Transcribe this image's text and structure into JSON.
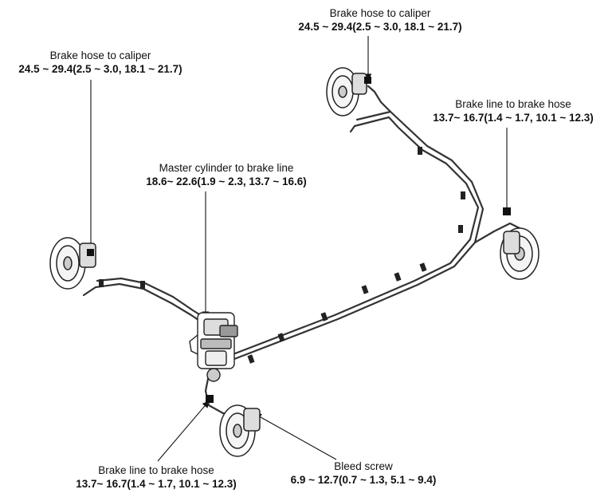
{
  "callouts": {
    "hose_caliper_left": {
      "title": "Brake hose to caliper",
      "value": "24.5 ~ 29.4(2.5 ~ 3.0, 18.1 ~ 21.7)"
    },
    "hose_caliper_top": {
      "title": "Brake hose to caliper",
      "value": "24.5 ~ 29.4(2.5 ~ 3.0, 18.1 ~ 21.7)"
    },
    "line_hose_right": {
      "title": "Brake line to brake hose",
      "value": "13.7~ 16.7(1.4 ~ 1.7, 10.1 ~ 12.3)"
    },
    "master_cylinder": {
      "title": "Master cylinder to brake line",
      "value": "18.6~ 22.6(1.9 ~ 2.3, 13.7 ~ 16.6)"
    },
    "line_hose_bottom": {
      "title": "Brake line to brake hose",
      "value": "13.7~ 16.7(1.4 ~ 1.7, 10.1 ~ 12.3)"
    },
    "bleed_screw": {
      "title": "Bleed screw",
      "value": "6.9 ~ 12.7(0.7 ~ 1.3, 5.1 ~ 9.4)"
    }
  }
}
